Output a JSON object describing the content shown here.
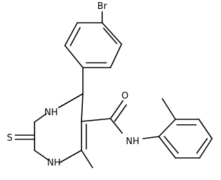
{
  "molecule": {
    "atoms": {
      "bromine": "Br",
      "oxygen": "O",
      "sulfur": "S",
      "nh_ring_upper": "NH",
      "nh_ring_lower": "NH",
      "nh_amide": "NH"
    }
  }
}
